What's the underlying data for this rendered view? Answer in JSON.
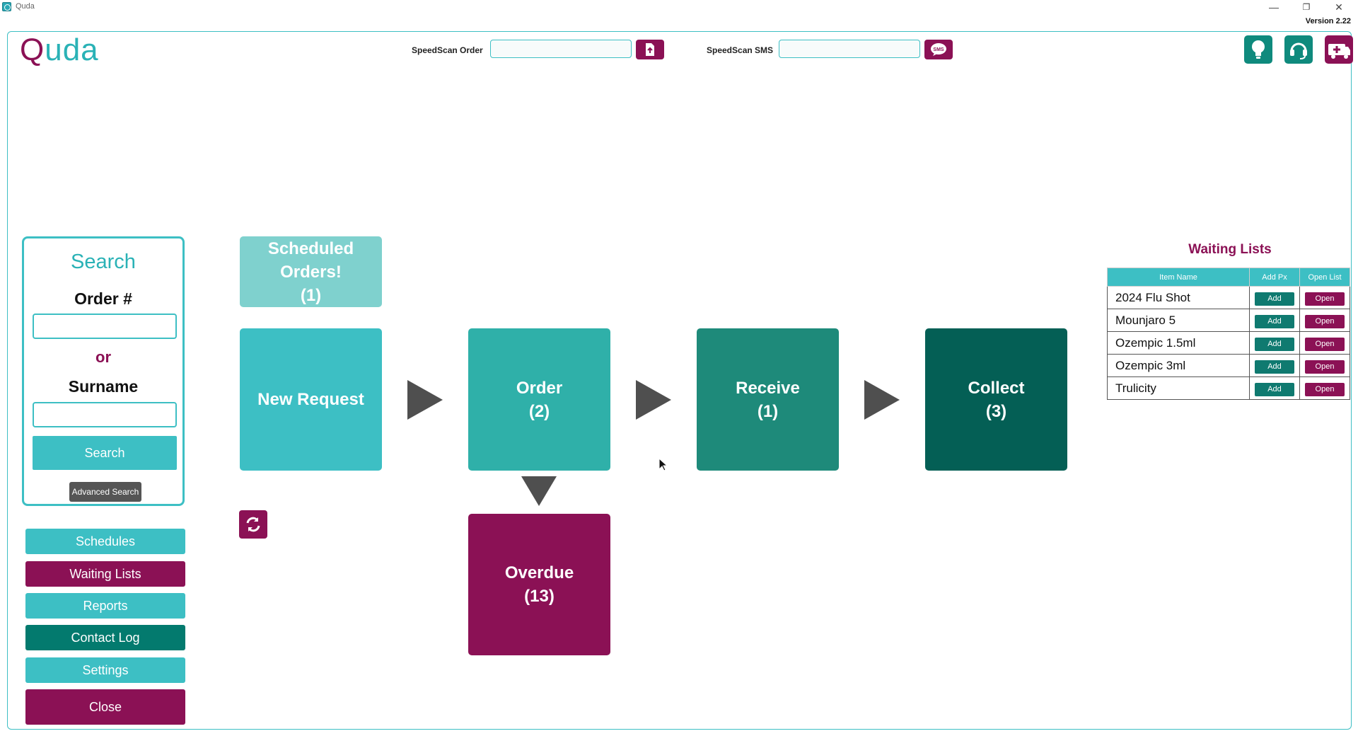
{
  "window": {
    "title": "Quda",
    "version": "Version 2.22",
    "controls": {
      "minimize": "—",
      "restore": "❐",
      "close": "✕"
    }
  },
  "logo": {
    "first": "Q",
    "rest": "uda"
  },
  "speedscan": {
    "order_label": "SpeedScan Order",
    "order_value": "",
    "sms_label": "SpeedScan SMS",
    "sms_value": ""
  },
  "top_icons": [
    "lightbulb-icon",
    "headset-support-icon",
    "medical-cart-icon"
  ],
  "search": {
    "title": "Search",
    "order_label": "Order #",
    "order_value": "",
    "or_label": "or",
    "surname_label": "Surname",
    "surname_value": "",
    "search_button": "Search",
    "advanced_button": "Advanced Search"
  },
  "sidebar": {
    "schedules": "Schedules",
    "waiting_lists": "Waiting Lists",
    "reports": "Reports",
    "contact_log": "Contact Log",
    "settings": "Settings",
    "close": "Close"
  },
  "workflow": {
    "scheduled": {
      "line1": "Scheduled",
      "line2": "Orders!",
      "count": "(1)"
    },
    "new_request": {
      "label": "New Request"
    },
    "order": {
      "label": "Order",
      "count": "(2)"
    },
    "receive": {
      "label": "Receive",
      "count": "(1)"
    },
    "collect": {
      "label": "Collect",
      "count": "(3)"
    },
    "overdue": {
      "label": "Overdue",
      "count": "(13)"
    }
  },
  "waiting_lists": {
    "title": "Waiting Lists",
    "headers": {
      "item": "Item Name",
      "add": "Add Px",
      "open": "Open List"
    },
    "add_label": "Add",
    "open_label": "Open",
    "rows": [
      {
        "name": "2024 Flu Shot"
      },
      {
        "name": "Mounjaro 5"
      },
      {
        "name": "Ozempic 1.5ml"
      },
      {
        "name": "Ozempic 3ml"
      },
      {
        "name": "Trulicity"
      }
    ]
  },
  "colors": {
    "teal_light": "#3dbfc4",
    "teal_mid": "#2fb0a9",
    "teal_dark": "#1e8a7a",
    "teal_darkest": "#045f55",
    "magenta": "#8b1155",
    "scheduled_pale": "#7fd1ce"
  }
}
